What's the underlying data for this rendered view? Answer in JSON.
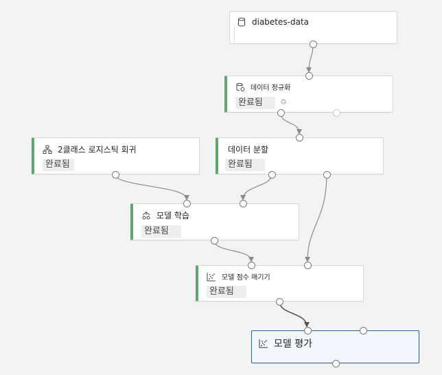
{
  "canvas": {
    "nodes": {
      "dataset": {
        "title": "diabetes-data",
        "icon": "database-icon"
      },
      "normalize": {
        "title": "데이터 정규화",
        "status": "완료됨",
        "icon": "data-transform-icon",
        "extra_icon": "recycle-icon"
      },
      "logreg": {
        "title": "2클래스 로지스틱 회귀",
        "status": "완료됨",
        "icon": "tree-icon"
      },
      "split": {
        "title": "데이터 분할",
        "status": "완료됨"
      },
      "train": {
        "title": "모델 학습",
        "status": "완료됨",
        "icon": "train-model-icon"
      },
      "score": {
        "title": "모델 점수 매기기",
        "status": "완료됨",
        "icon": "scatter-icon"
      },
      "evaluate": {
        "title": "모델 평가",
        "icon": "scatter-icon",
        "selected": true
      }
    },
    "colors": {
      "background": "#f3f3f3",
      "status_bar": "#5ea86b",
      "selected_border": "#2b5f9e",
      "selected_fill": "#f1f7fc",
      "wire": "#8a8a8a"
    }
  }
}
